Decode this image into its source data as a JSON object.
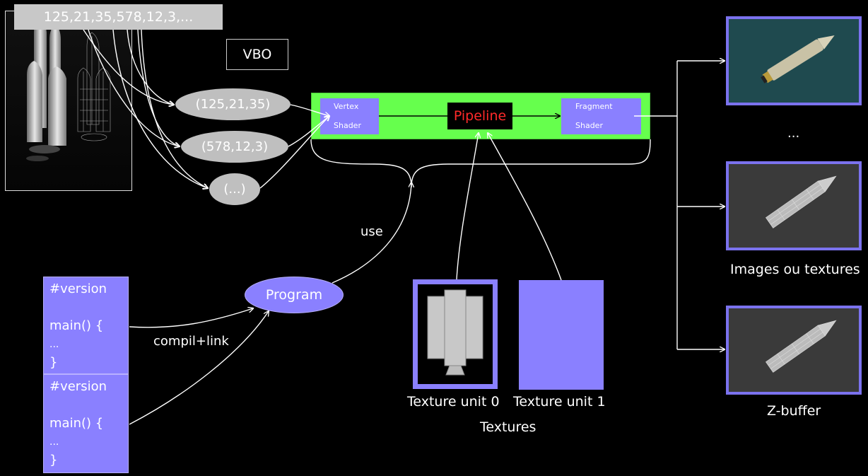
{
  "vbo_data": "125,21,35,578,12,3,...",
  "vbo_label": "VBO",
  "vertices": [
    "(125,21,35)",
    "(578,12,3)",
    "(...)"
  ],
  "pipeline": {
    "vertex_shader": [
      "Vertex",
      "Shader"
    ],
    "center": "Pipeline",
    "fragment_shader": [
      "Fragment",
      "Shader"
    ]
  },
  "use_label": "use",
  "program_label": "Program",
  "compile_label": "compil+link",
  "shader_source": [
    "#version",
    "",
    "main() {",
    "...",
    "}"
  ],
  "texture_units": [
    "Texture unit 0",
    "Texture unit 1"
  ],
  "textures_label": "Textures",
  "outputs": {
    "ellipsis": "...",
    "images_label": "Images ou textures",
    "zbuffer_label": "Z-buffer"
  },
  "colors": {
    "background": "#000000",
    "shader_purple": "#8a80ff",
    "pipeline_green": "#66ff4d",
    "pipeline_text": "#ff2a2a",
    "vertex_ellipse": "#bfbfbf",
    "thumb_teal": "#1f4a4f",
    "thumb_grey": "#3a3a3a"
  },
  "icons": [
    "rocket-model-render",
    "texture-atlas-icon",
    "rocket-thumbnail"
  ]
}
